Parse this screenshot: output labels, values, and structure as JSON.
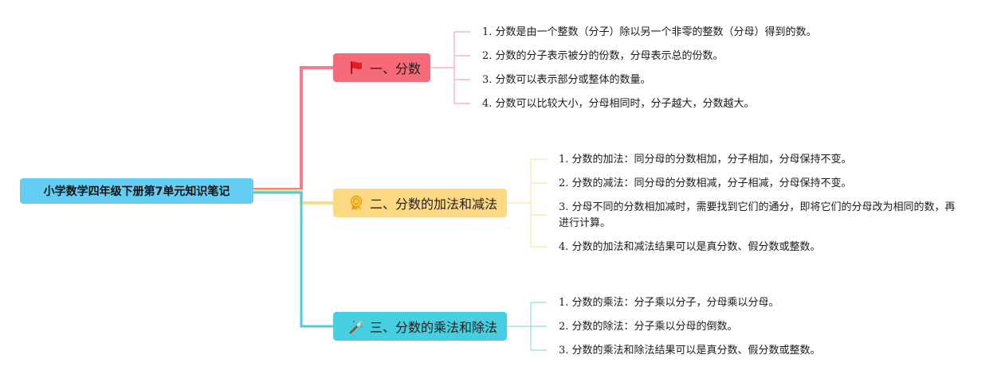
{
  "colors": {
    "root": "#63cdf2",
    "branch1": "#f66a7a",
    "branch2": "#fdd883",
    "branch3": "#45cfe0",
    "line1": "#f47c8a",
    "line2": "#f9dc8c",
    "line3": "#4ecbdc"
  },
  "root": {
    "title": "小学数学四年级下册第7单元知识笔记"
  },
  "branches": [
    {
      "title": "一、分数",
      "icon": "red-flag-icon",
      "items": [
        "1. 分数是由一个整数（分子）除以另一个非零的整数（分母）得到的数。",
        "2. 分数的分子表示被分的份数，分母表示总的份数。",
        "3. 分数可以表示部分或整体的数量。",
        "4. 分数可以比较大小，分母相同时，分子越大，分数越大。"
      ]
    },
    {
      "title": "二、分数的加法和减法",
      "icon": "award-ribbon-icon",
      "items": [
        "1. 分数的加法：同分母的分数相加，分子相加，分母保持不变。",
        "2. 分数的减法：同分母的分数相减，分子相减，分母保持不变。",
        "3. 分母不同的分数相加减时，需要找到它们的通分，即将它们的分母改为相同的数，再进行计算。",
        "4. 分数的加法和减法结果可以是真分数、假分数或整数。"
      ]
    },
    {
      "title": "三、分数的乘法和除法",
      "icon": "magic-wand-icon",
      "items": [
        "1. 分数的乘法：分子乘以分子，分母乘以分母。",
        "2. 分数的除法：分子乘以分母的倒数。",
        "3. 分数的乘法和除法结果可以是真分数、假分数或整数。"
      ]
    }
  ]
}
